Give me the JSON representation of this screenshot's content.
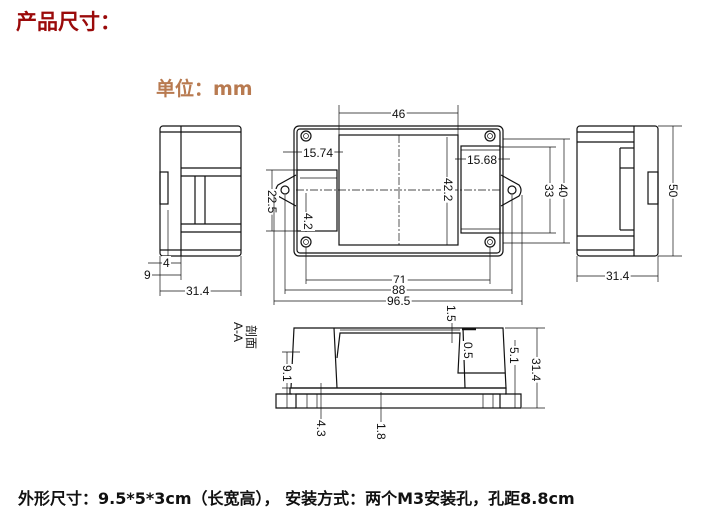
{
  "title": "产品尺寸：",
  "unit": "单位：mm",
  "footer": "外形尺寸：9.5*5*3cm（长宽高）， 安装方式：两个M3安装孔，孔距8.8cm",
  "colors": {
    "title": "#9a0a0a",
    "unit": "#b87a50",
    "line": "#111111"
  },
  "drawing": {
    "left_view": {
      "d_4": "4",
      "d_9": "9",
      "d_width": "31.4"
    },
    "front_view": {
      "d_46": "46",
      "d_15_74": "15.74",
      "d_15_68": "15.68",
      "d_42_2": "42.2",
      "d_22_5": "22.5",
      "d_4_2": "4.2",
      "d_33": "33",
      "d_40": "40",
      "d_71": "71",
      "d_88": "88",
      "d_96_5": "96.5"
    },
    "section_view": {
      "label_1": "剖面",
      "label_2": "A-A",
      "d_1_5": "1.5",
      "d_0_5": "0.5",
      "d_5_1": "5.1",
      "d_31_4": "31.4",
      "d_9_1": "9.1",
      "d_4_3": "4.3",
      "d_1_8": "1.8"
    },
    "right_view": {
      "d_50": "50",
      "d_width": "31.4"
    }
  }
}
